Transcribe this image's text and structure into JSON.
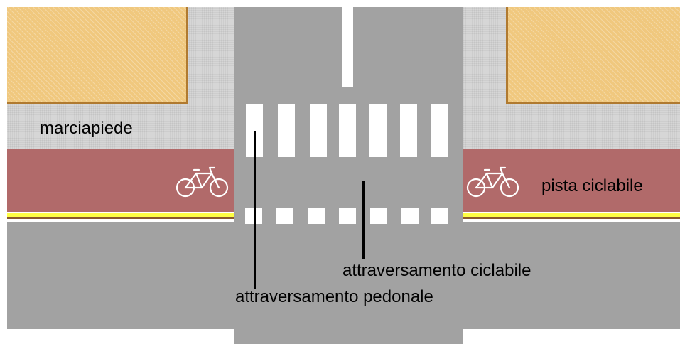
{
  "labels": {
    "sidewalk": "marciapiede",
    "bike_lane": "pista ciclabile",
    "bike_crossing": "attraversamento ciclabile",
    "pedestrian_crossing": "attraversamento pedonale"
  },
  "icons": {
    "bike_left": "bicycle-icon",
    "bike_right": "bicycle-icon"
  },
  "colors": {
    "road": "#a2a2a2",
    "sidewalk": "#d6d6d6",
    "bike_lane": "#b16a6a",
    "building": "#f0c87e",
    "curb_yellow": "#ffff44",
    "markings": "#ffffff"
  }
}
